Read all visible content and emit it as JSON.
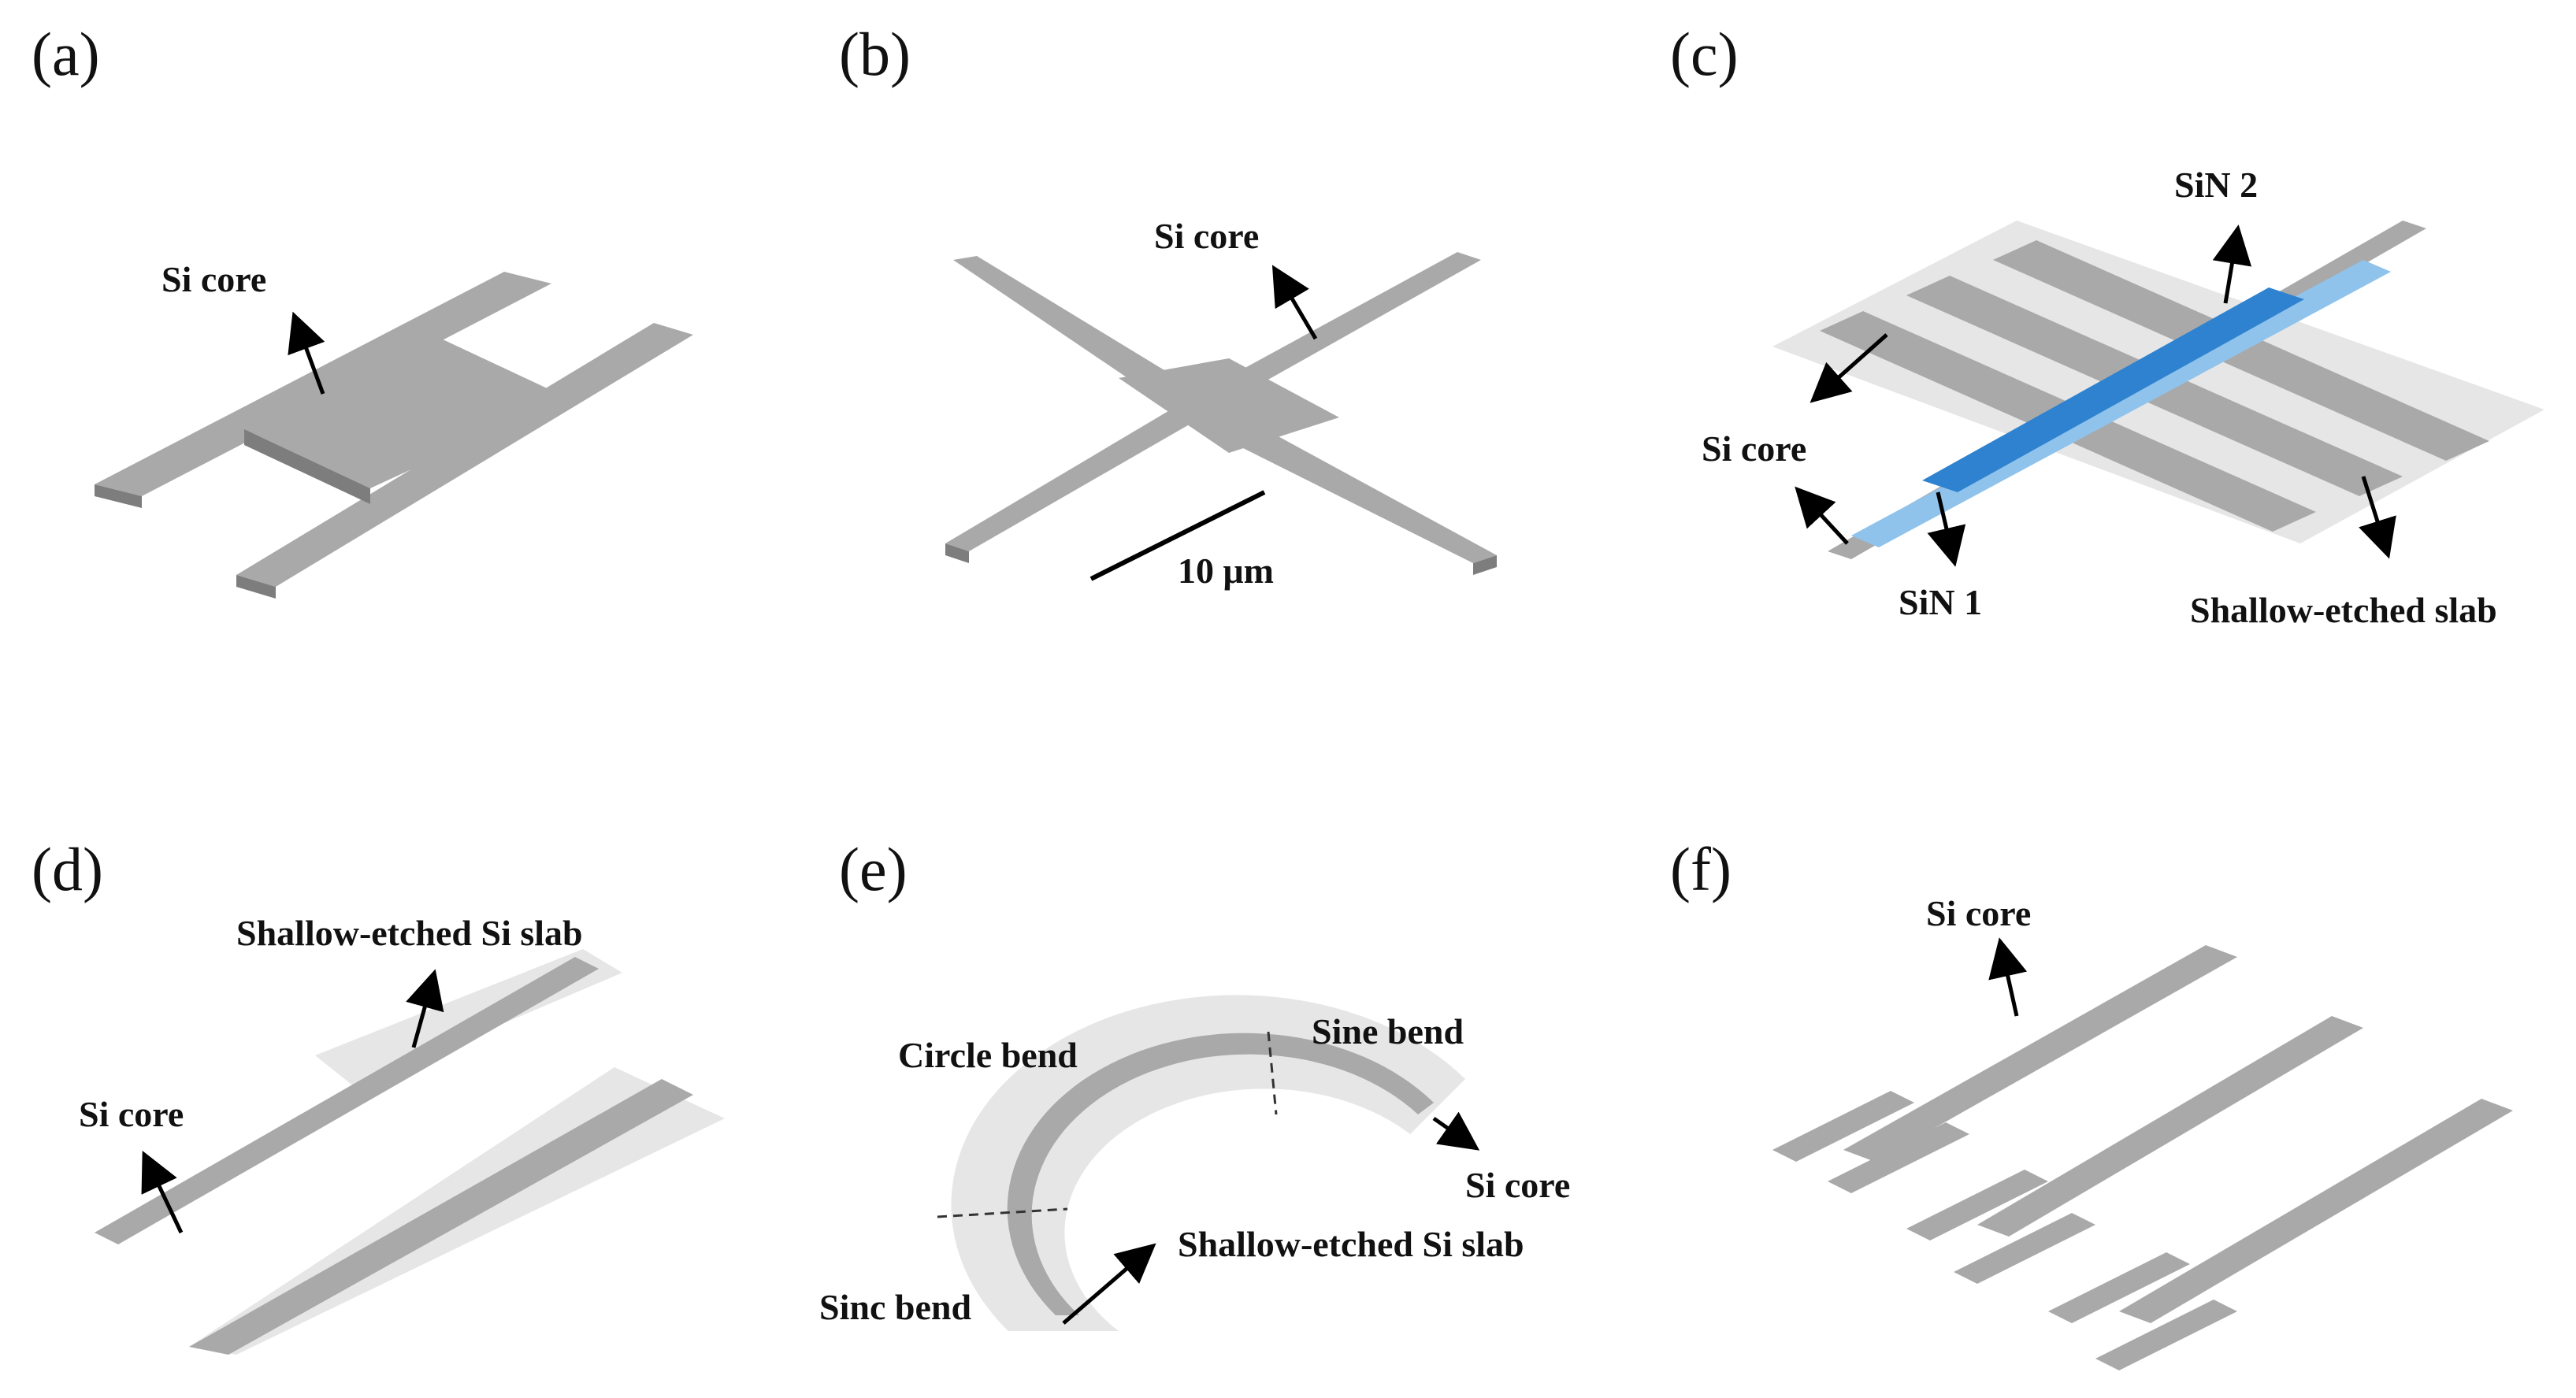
{
  "panels": [
    {
      "label": "(a)",
      "annotations": [
        "Si core"
      ]
    },
    {
      "label": "(b)",
      "annotations": [
        "Si core"
      ],
      "scale_bar": "10 μm"
    },
    {
      "label": "(c)",
      "annotations": [
        "SiN 2",
        "Si core",
        "SiN 1",
        "Shallow-etched slab"
      ]
    },
    {
      "label": "(d)",
      "annotations": [
        "Shallow-etched Si slab",
        "Si core"
      ]
    },
    {
      "label": "(e)",
      "annotations": [
        "Circle bend",
        "Sine bend",
        "Si core",
        "Sinc bend",
        "Shallow-etched Si slab"
      ]
    },
    {
      "label": "(f)",
      "annotations": [
        "Si core"
      ]
    }
  ],
  "colors": {
    "si_core": "#a9a9a9",
    "si_core_side": "#7d7d7d",
    "slab": "#e6e6e6",
    "sin": "#2f82cf",
    "sin_light": "#8fc3ec"
  }
}
